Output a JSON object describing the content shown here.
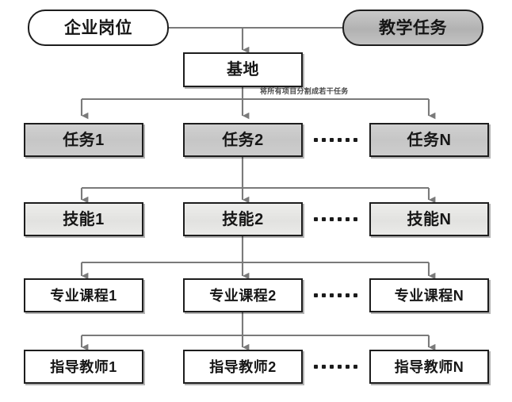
{
  "diagram": {
    "title_nodes": {
      "enterprise_post": "企业岗位",
      "teaching_task": "教学任务",
      "base": "基地"
    },
    "annotation": "将所有项目分割成若干任务",
    "rows": [
      {
        "key": "task",
        "style": "fill-dark",
        "items": [
          "任务1",
          "任务2",
          "任务N"
        ],
        "ellipsis_dots": 6
      },
      {
        "key": "skill",
        "style": "fill-light",
        "items": [
          "技能1",
          "技能2",
          "技能N"
        ],
        "ellipsis_dots": 6
      },
      {
        "key": "course",
        "style": "plain",
        "items": [
          "专业课程1",
          "专业课程2",
          "专业课程N"
        ],
        "ellipsis_dots": 6
      },
      {
        "key": "teacher",
        "style": "plain",
        "items": [
          "指导教师1",
          "指导教师2",
          "指导教师N"
        ],
        "ellipsis_dots": 6
      }
    ],
    "colors": {
      "stroke": "#1d1d1d",
      "connector": "#7a7a7a",
      "fill_dark": "#c8c8c8",
      "fill_light": "#e6e6e4",
      "pill_fill": "#b9b9b9",
      "background": "#ffffff"
    }
  }
}
